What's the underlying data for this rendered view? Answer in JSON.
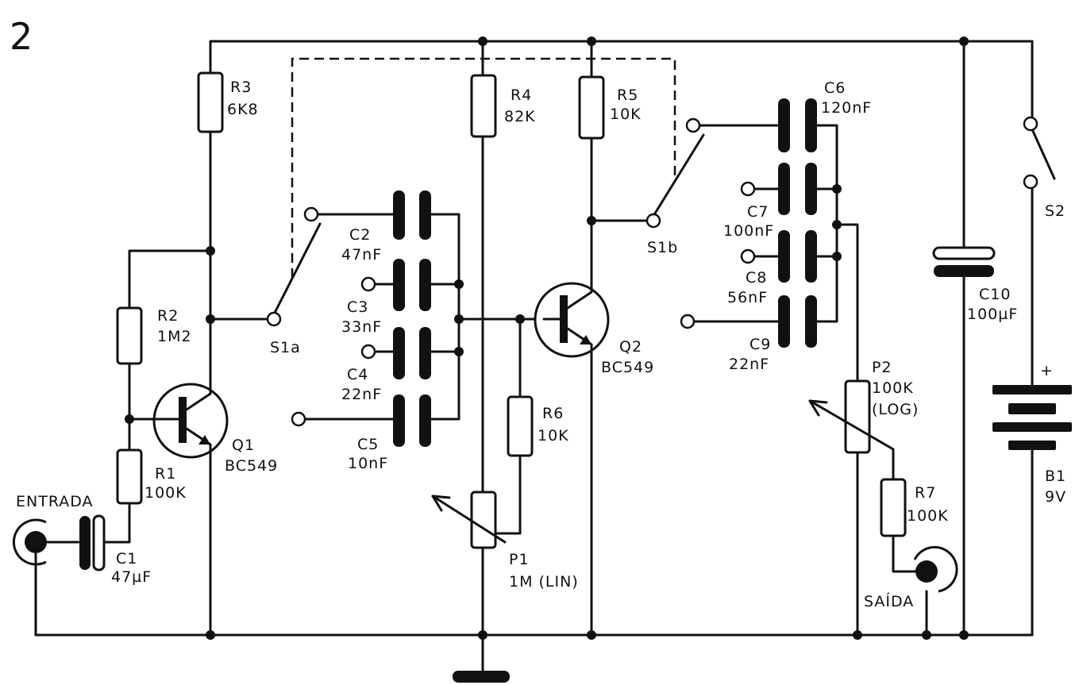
{
  "figure_number": "2",
  "components": {
    "r3": {
      "ref": "R3",
      "value": "6K8"
    },
    "r2": {
      "ref": "R2",
      "value": "1M2"
    },
    "r1": {
      "ref": "R1",
      "value": "100K"
    },
    "r4": {
      "ref": "R4",
      "value": "82K"
    },
    "r5": {
      "ref": "R5",
      "value": "10K"
    },
    "r6": {
      "ref": "R6",
      "value": "10K"
    },
    "r7": {
      "ref": "R7",
      "value": "100K"
    },
    "c1": {
      "ref": "C1",
      "value": "47µF"
    },
    "c2": {
      "ref": "C2",
      "value": "47nF"
    },
    "c3": {
      "ref": "C3",
      "value": "33nF"
    },
    "c4": {
      "ref": "C4",
      "value": "22nF"
    },
    "c5": {
      "ref": "C5",
      "value": "10nF"
    },
    "c6": {
      "ref": "C6",
      "value": "120nF"
    },
    "c7": {
      "ref": "C7",
      "value": "100nF"
    },
    "c8": {
      "ref": "C8",
      "value": "56nF"
    },
    "c9": {
      "ref": "C9",
      "value": "22nF"
    },
    "c10": {
      "ref": "C10",
      "value": "100µF"
    },
    "q1": {
      "ref": "Q1",
      "value": "BC549"
    },
    "q2": {
      "ref": "Q2",
      "value": "BC549"
    },
    "p1": {
      "ref": "P1",
      "value": "1M (LIN)"
    },
    "p2": {
      "ref": "P2",
      "value": "100K",
      "taper": "(LOG)"
    },
    "s1a": {
      "ref": "S1a"
    },
    "s1b": {
      "ref": "S1b"
    },
    "s2": {
      "ref": "S2"
    },
    "b1": {
      "ref": "B1",
      "value": "9V",
      "polarity": "+"
    }
  },
  "ports": {
    "input": "ENTRADA",
    "output": "SAÍDA"
  }
}
